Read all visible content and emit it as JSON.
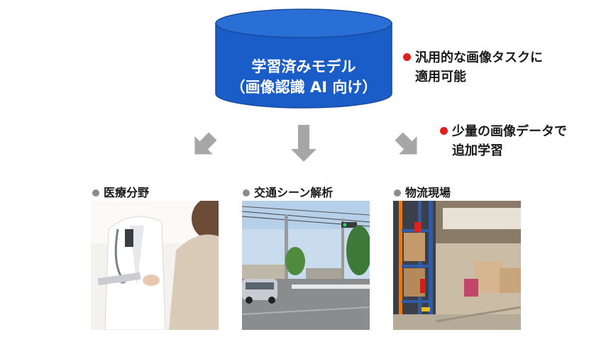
{
  "database": {
    "title": "学習済みモデル",
    "subtitle": "（画像認識 AI 向け）"
  },
  "notes": [
    {
      "line1": "汎用的な画像タスクに",
      "line2": "適用可能"
    },
    {
      "line1": "少量の画像データで",
      "line2": "追加学習"
    }
  ],
  "categories": [
    {
      "label": "医療分野"
    },
    {
      "label": "交通シーン解析"
    },
    {
      "label": "物流現場"
    }
  ],
  "colors": {
    "database_fill": "#1a5cc8",
    "database_top": "#2a6fd6",
    "arrow": "#a6a6a6",
    "note_bullet": "#e02020",
    "category_bullet": "#8c8c8c"
  },
  "icons": [
    "cylinder-database-icon",
    "down-left-arrow-icon",
    "down-arrow-icon",
    "down-right-arrow-icon"
  ]
}
